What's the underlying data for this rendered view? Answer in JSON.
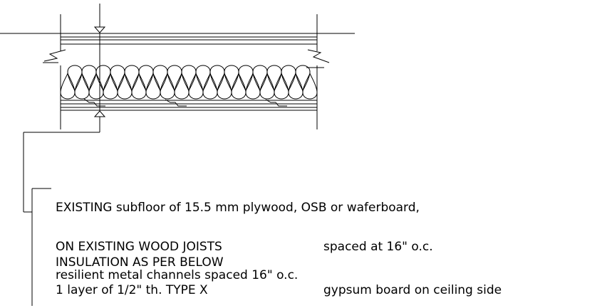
{
  "notes": {
    "subfloor": "EXISTING subfloor of 15.5 mm plywood, OSB or waferboard,",
    "joists_a": "ON EXISTING  WOOD JOISTS",
    "joists_b": "spaced at 16\" o.c.",
    "insulation": "INSULATION AS PER BELOW",
    "channels": "resilient metal channels spaced 16\" o.c.",
    "gypsum_a": "1 layer of 1/2\" th. TYPE X",
    "gypsum_b": "gypsum board on ceiling side"
  },
  "colors": {
    "lines": "#000000",
    "background": "#ffffff"
  }
}
